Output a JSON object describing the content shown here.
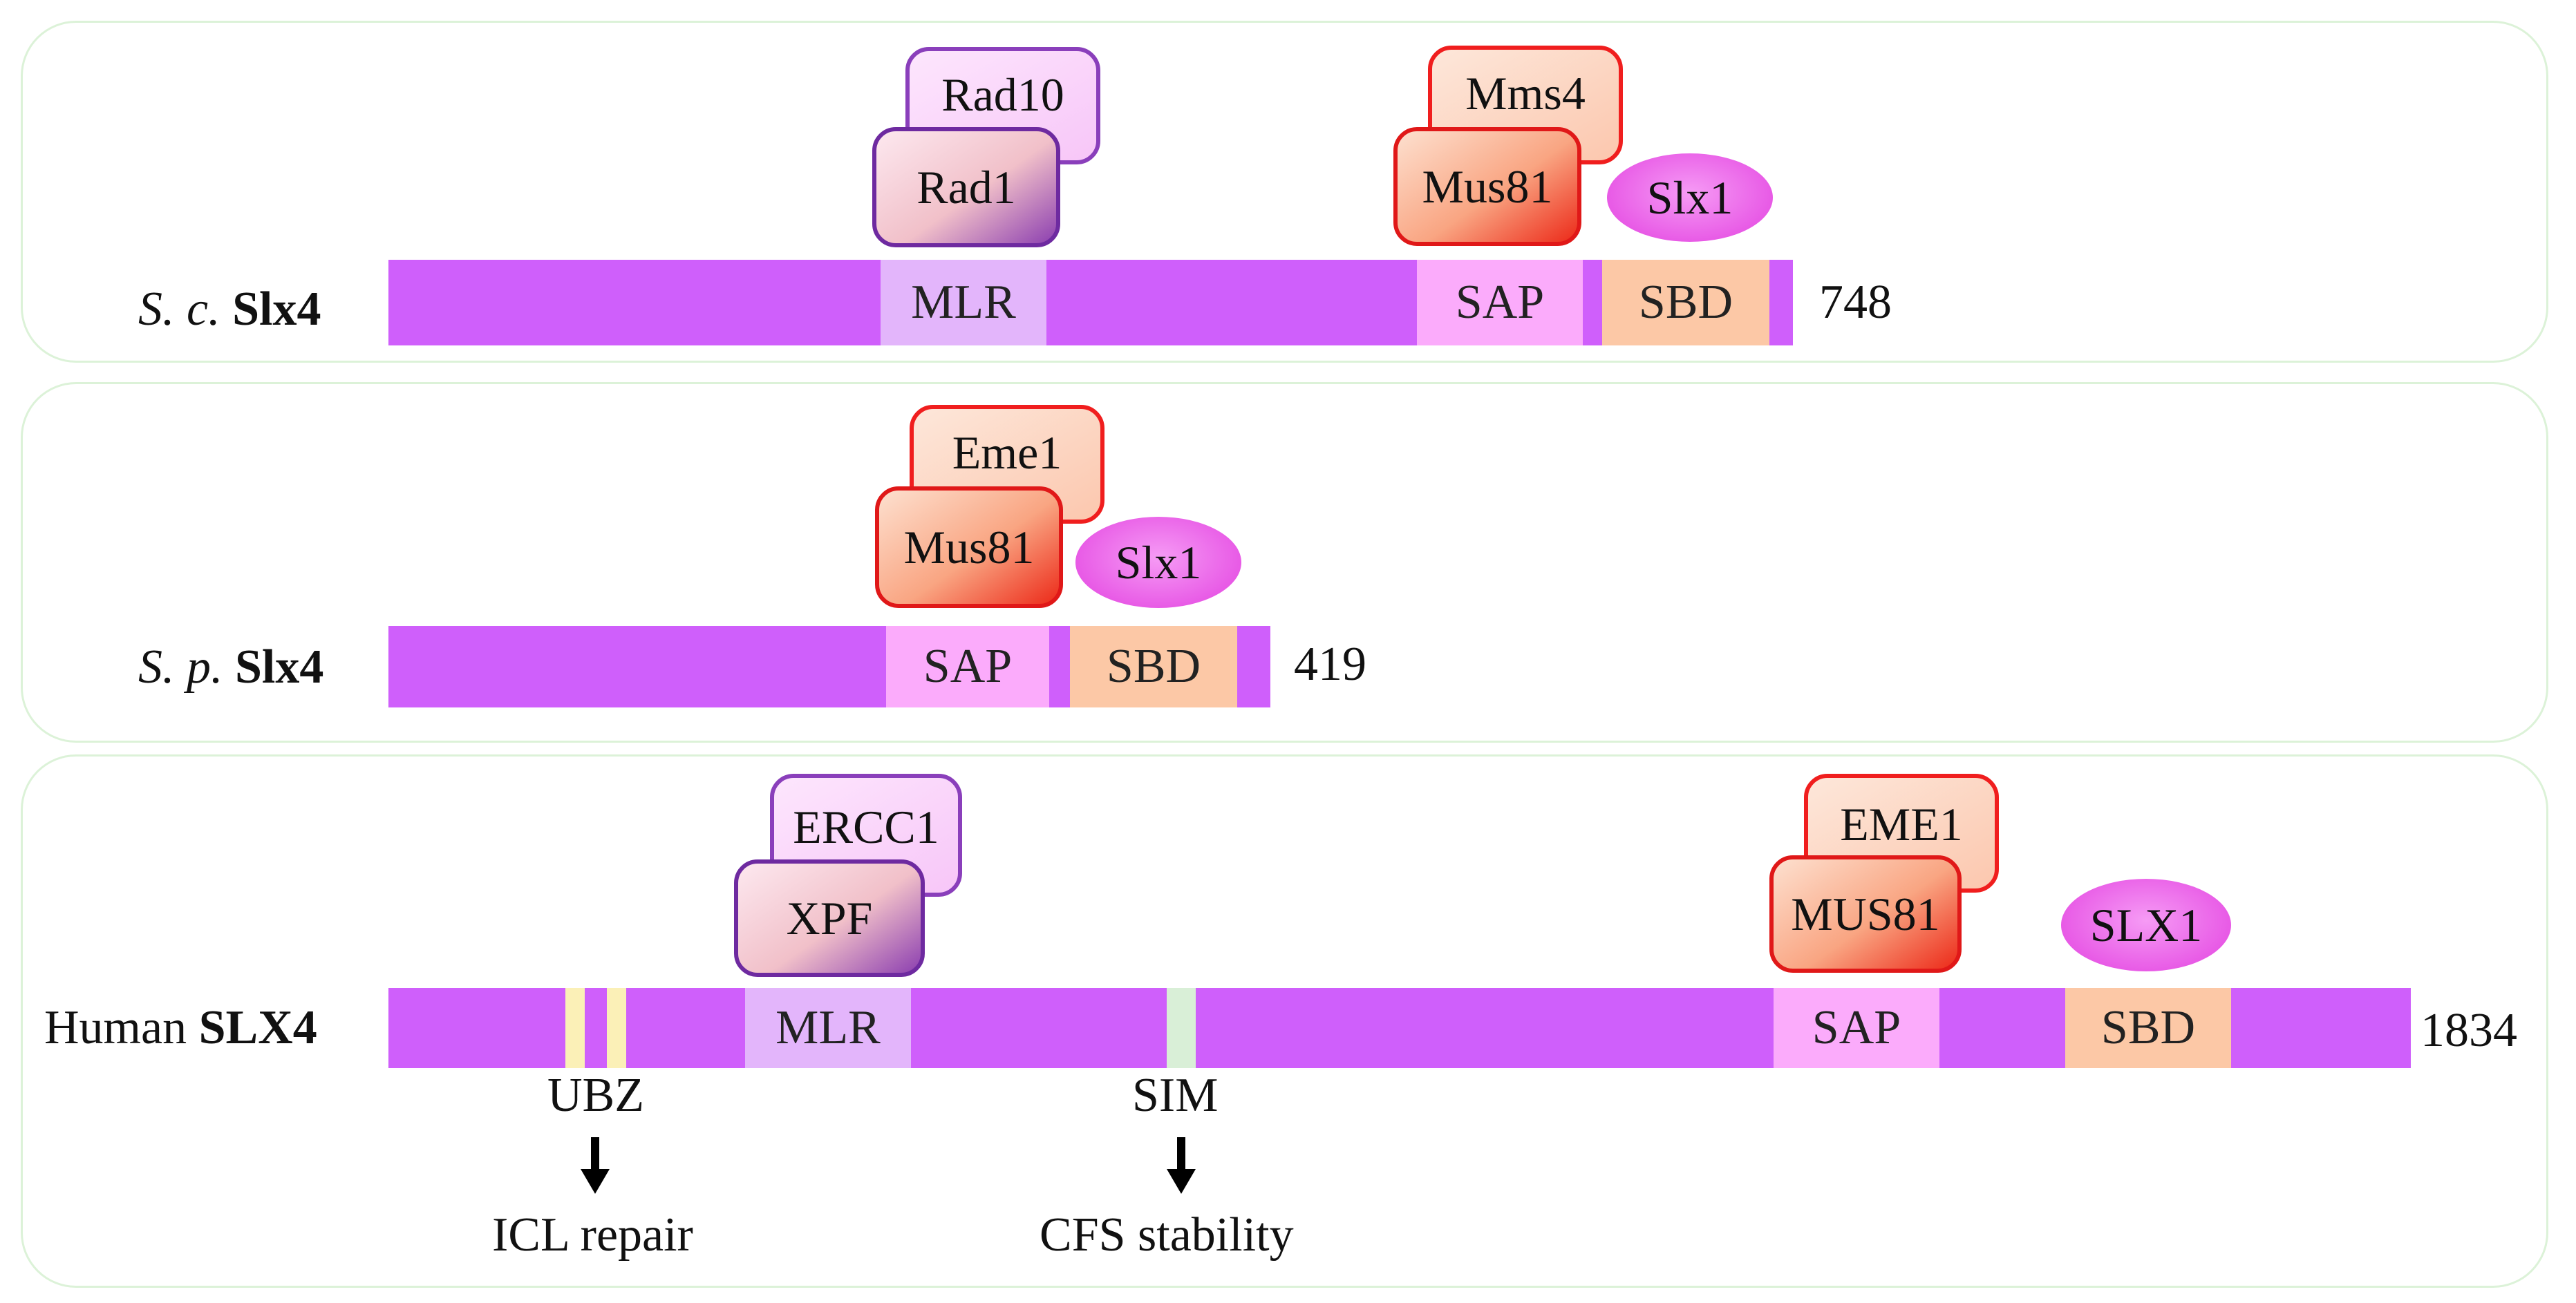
{
  "panels": [
    {
      "species_italic": "S. c.",
      "protein": "Slx4",
      "length": "748",
      "domains": {
        "mlr": "MLR",
        "sap": "SAP",
        "sbd": "SBD"
      },
      "partners": {
        "back_a": "Rad10",
        "front_a": "Rad1",
        "back_b": "Mms4",
        "front_b": "Mus81",
        "ellipse": "Slx1"
      }
    },
    {
      "species_italic": "S. p.",
      "protein": "Slx4",
      "length": "419",
      "domains": {
        "sap": "SAP",
        "sbd": "SBD"
      },
      "partners": {
        "back_b": "Eme1",
        "front_b": "Mus81",
        "ellipse": "Slx1"
      }
    },
    {
      "species_plain": "Human",
      "protein": "SLX4",
      "length": "1834",
      "domains": {
        "mlr": "MLR",
        "sap": "SAP",
        "sbd": "SBD"
      },
      "partners": {
        "back_a": "ERCC1",
        "front_a": "XPF",
        "back_b": "EME1",
        "front_b": "MUS81",
        "ellipse": "SLX1"
      },
      "motifs": {
        "ubz": "UBZ",
        "sim": "SIM"
      },
      "functions": {
        "ubz": "ICL repair",
        "sim": "CFS stability"
      }
    }
  ],
  "colors": {
    "backbone": "#cf5ffb",
    "mlr": "#e3b5fb",
    "sap": "#fbabfb",
    "sbd": "#fcc8a6",
    "ubz": "#fbf0b7",
    "sim": "#d9efd7",
    "panel_border": "#dcf2d8"
  }
}
